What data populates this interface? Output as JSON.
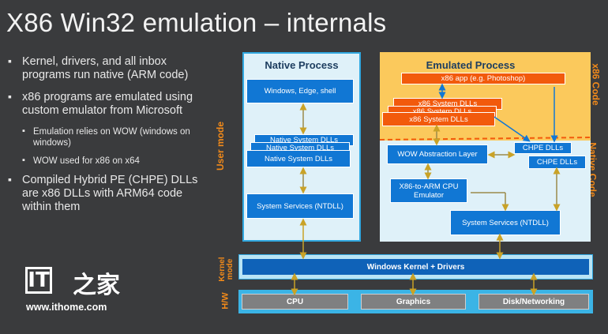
{
  "title": "X86 Win32 emulation – internals",
  "bullets": [
    {
      "level": 1,
      "text": "Kernel, drivers, and all inbox programs run native (ARM code)"
    },
    {
      "level": 1,
      "text": "x86 programs are emulated using custom emulator from Microsoft"
    },
    {
      "level": 2,
      "text": "Emulation relies on WOW (windows on windows)"
    },
    {
      "level": 2,
      "text": "WOW used for x86 on x64"
    },
    {
      "level": 1,
      "text": "Compiled Hybrid PE (CHPE) DLLs are x86 DLLs with ARM64 code within them"
    }
  ],
  "logo": {
    "it": "IT",
    "cn": "之家",
    "url": "www.ithome.com"
  },
  "labels": {
    "user_mode": "User mode",
    "kernel_mode": "Kernel mode",
    "hw": "H/W",
    "x86_code": "x86 Code",
    "native_code": "Native Code"
  },
  "native_process": {
    "title": "Native Process",
    "shell": "Windows, Edge, shell",
    "dlls": [
      "Native System DLLs",
      "Native System DLLs",
      "Native System DLLs"
    ],
    "services": "System Services (NTDLL)"
  },
  "emulated_process": {
    "title": "Emulated Process",
    "app": "x86 app (e.g. Photoshop)",
    "x86_dlls": [
      "x86 System DLLs",
      "x86 System DLLs",
      "x86 System DLLs"
    ],
    "chpe": [
      "CHPE DLLs",
      "CHPE DLLs"
    ],
    "wow": "WOW Abstraction Layer",
    "emulator": "X86-to-ARM CPU Emulator",
    "services": "System Services (NTDLL)"
  },
  "kernel": "Windows Kernel + Drivers",
  "hardware": [
    "CPU",
    "Graphics",
    "Disk/Networking"
  ],
  "colors": {
    "background": "#3a3b3d",
    "accent_orange": "#f28a1a",
    "box_blue": "#1177d4",
    "box_orange": "#f25a0c",
    "panel_light": "#dff1f9",
    "panel_yellow": "#fbc95c"
  }
}
